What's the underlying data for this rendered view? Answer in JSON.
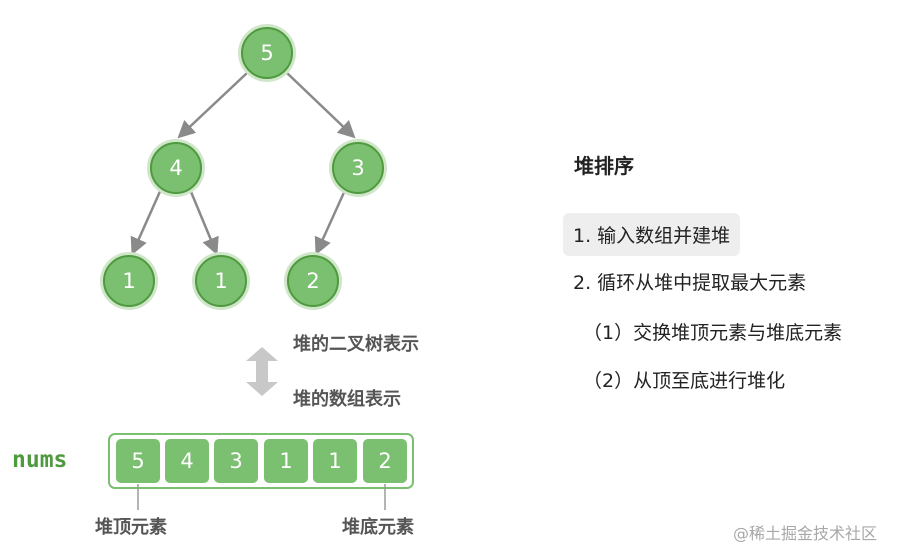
{
  "colors": {
    "node_fill": "#7bbf70",
    "node_border": "#4f9a3f",
    "node_ring": "#cfe6c9",
    "edge": "#8a8a8a",
    "arrow_gray": "#c8c8c8"
  },
  "tree": {
    "nodes": [
      "5",
      "4",
      "3",
      "1",
      "1",
      "2"
    ]
  },
  "conversion": {
    "tree_label": "堆的二叉树表示",
    "array_label": "堆的数组表示"
  },
  "array": {
    "name": "nums",
    "values": [
      "5",
      "4",
      "3",
      "1",
      "1",
      "2"
    ],
    "head_label": "堆顶元素",
    "tail_label": "堆底元素"
  },
  "steps": {
    "title": "堆排序",
    "items": [
      "1. 输入数组并建堆",
      "2. 循环从堆中提取最大元素",
      "（1）交换堆顶元素与堆底元素",
      "（2）从顶至底进行堆化"
    ]
  },
  "watermark": "@稀土掘金技术社区"
}
